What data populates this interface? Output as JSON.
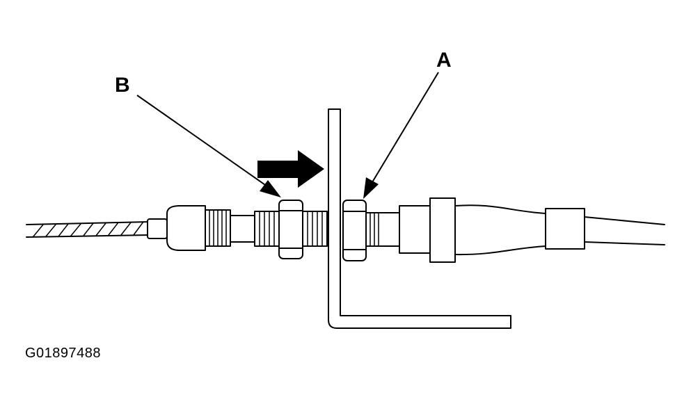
{
  "labels": {
    "a": "A",
    "b": "B"
  },
  "figure_id": "G01897488",
  "colors": {
    "ink": "#000000",
    "paper": "#ffffff"
  }
}
